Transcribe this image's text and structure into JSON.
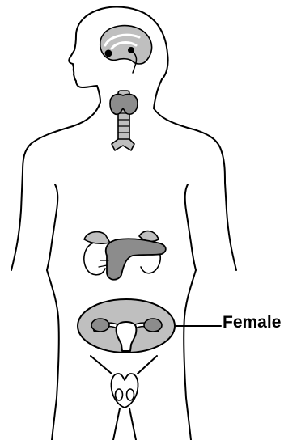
{
  "diagram": {
    "callout_label": "Female",
    "colors": {
      "outline": "#000000",
      "organ_fill": "#bfbfbf",
      "organ_dark": "#8c8c8c",
      "background": "#ffffff"
    },
    "organs": [
      "brain-glands",
      "thyroid",
      "trachea",
      "pancreas",
      "adrenal-glands",
      "kidneys",
      "uterus-ovaries",
      "testes"
    ]
  }
}
